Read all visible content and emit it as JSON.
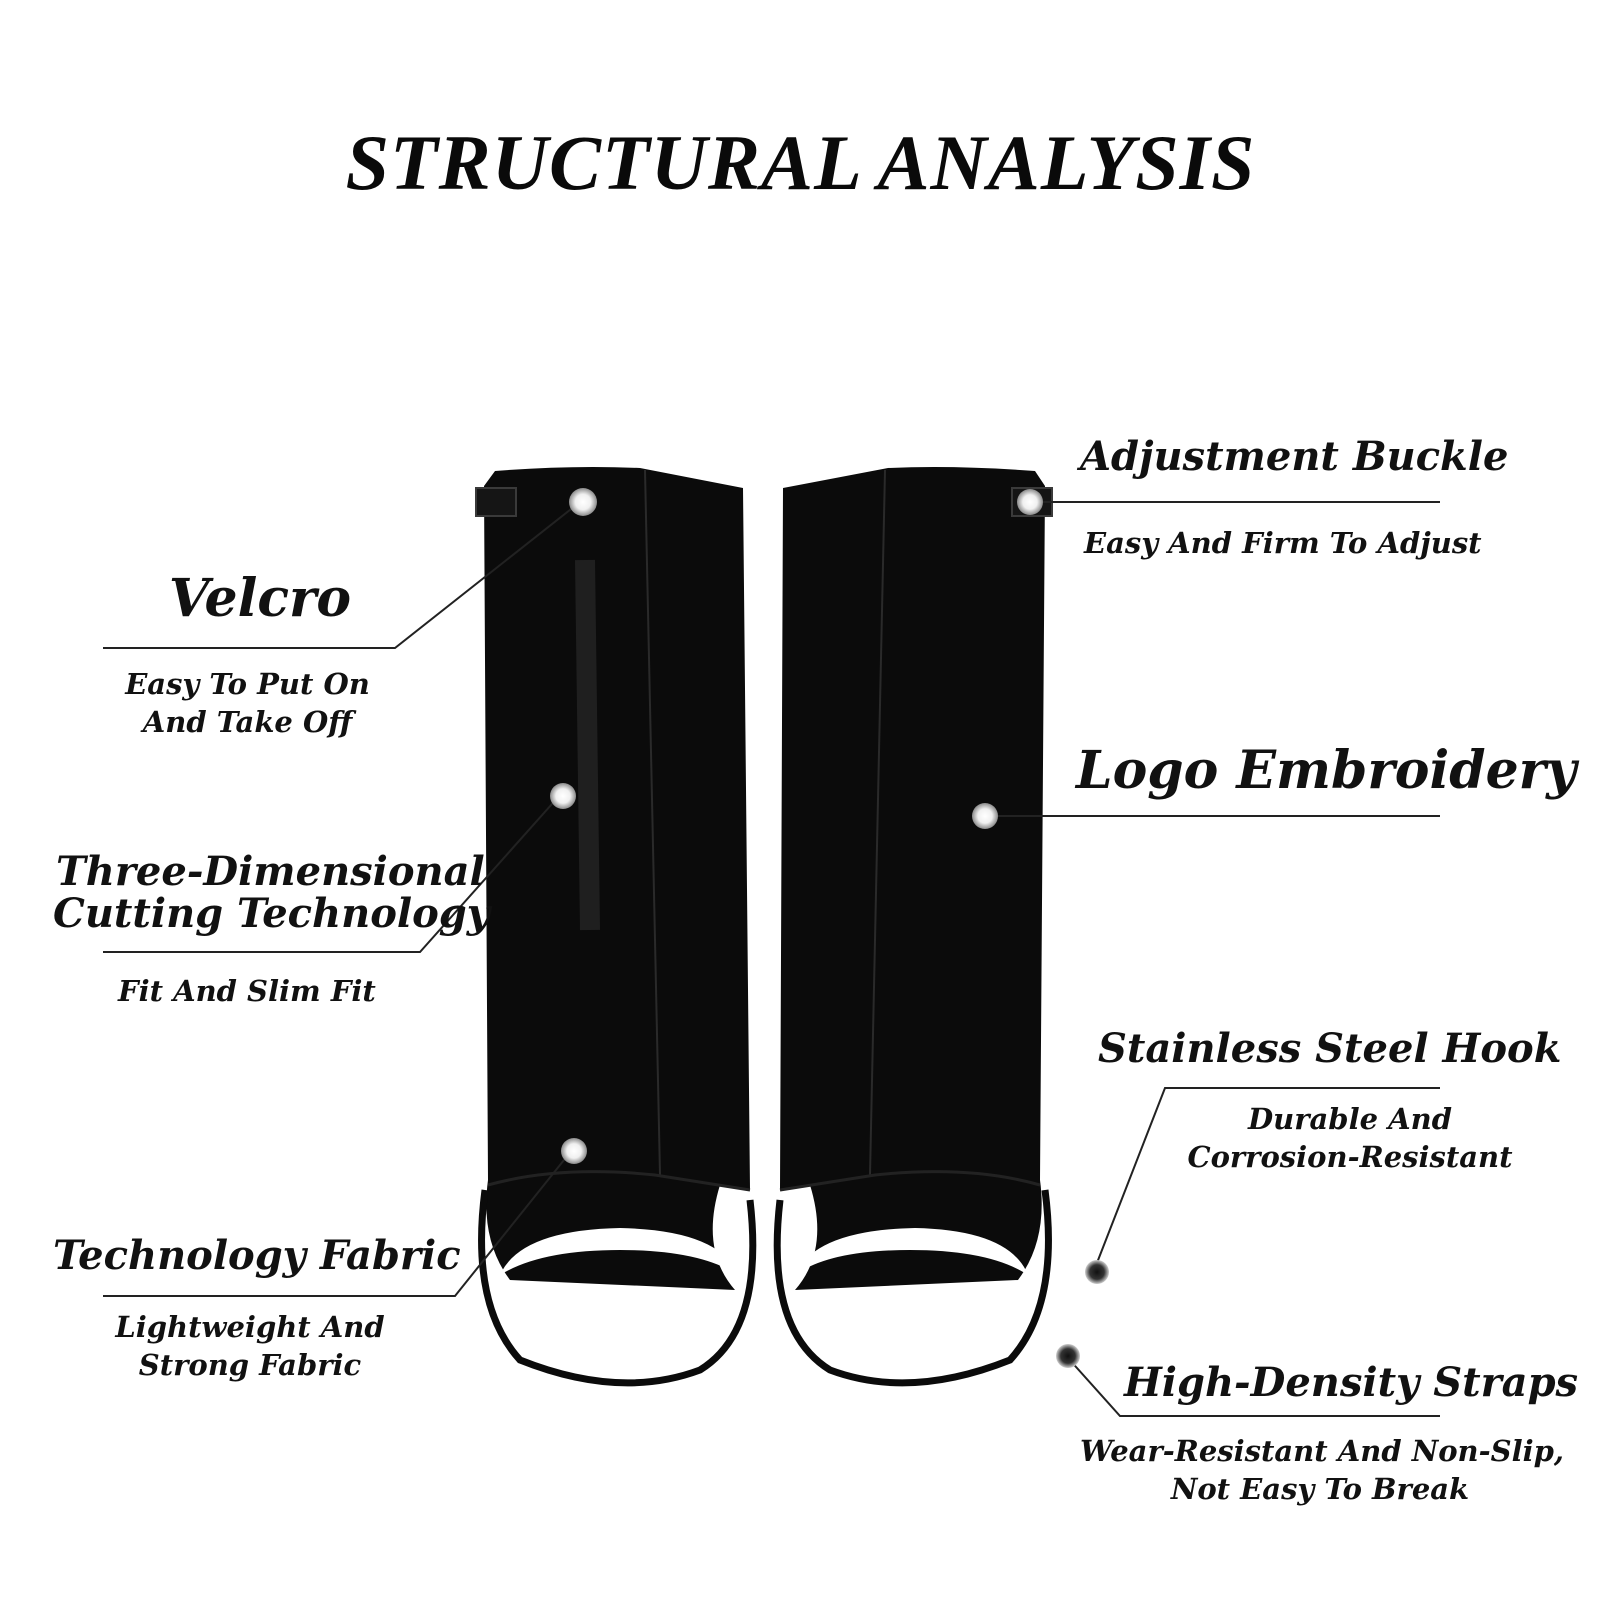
{
  "title": "STRUCTURAL ANALYSIS",
  "features": {
    "velcro": {
      "title": "Velcro",
      "desc_line1": "Easy To Put On",
      "desc_line2": "And Take Off"
    },
    "three_d": {
      "title_line1": "Three-Dimensional",
      "title_line2": "Cutting Technology",
      "desc": "Fit And Slim Fit"
    },
    "technology_fabric": {
      "title": "Technology Fabric",
      "desc_line1": "Lightweight And",
      "desc_line2": "Strong Fabric"
    },
    "adjustment_buckle": {
      "title": "Adjustment Buckle",
      "desc": "Easy And Firm To Adjust"
    },
    "logo_embroidery": {
      "title": "Logo Embroidery"
    },
    "steel_hook": {
      "title": "Stainless Steel Hook",
      "desc_line1": "Durable And",
      "desc_line2": "Corrosion-Resistant"
    },
    "straps": {
      "title": "High-Density Straps",
      "desc_line1": "Wear-Resistant And Non-Slip,",
      "desc_line2": "Not Easy To Break"
    }
  },
  "colors": {
    "gaiter": "#0b0b0b",
    "marker": "#ffffff",
    "line": "#222222"
  },
  "icons": [
    "velcro-marker-icon",
    "fabric-marker-icon",
    "buckle-marker-icon",
    "hook-marker-icon",
    "strap-marker-icon"
  ]
}
